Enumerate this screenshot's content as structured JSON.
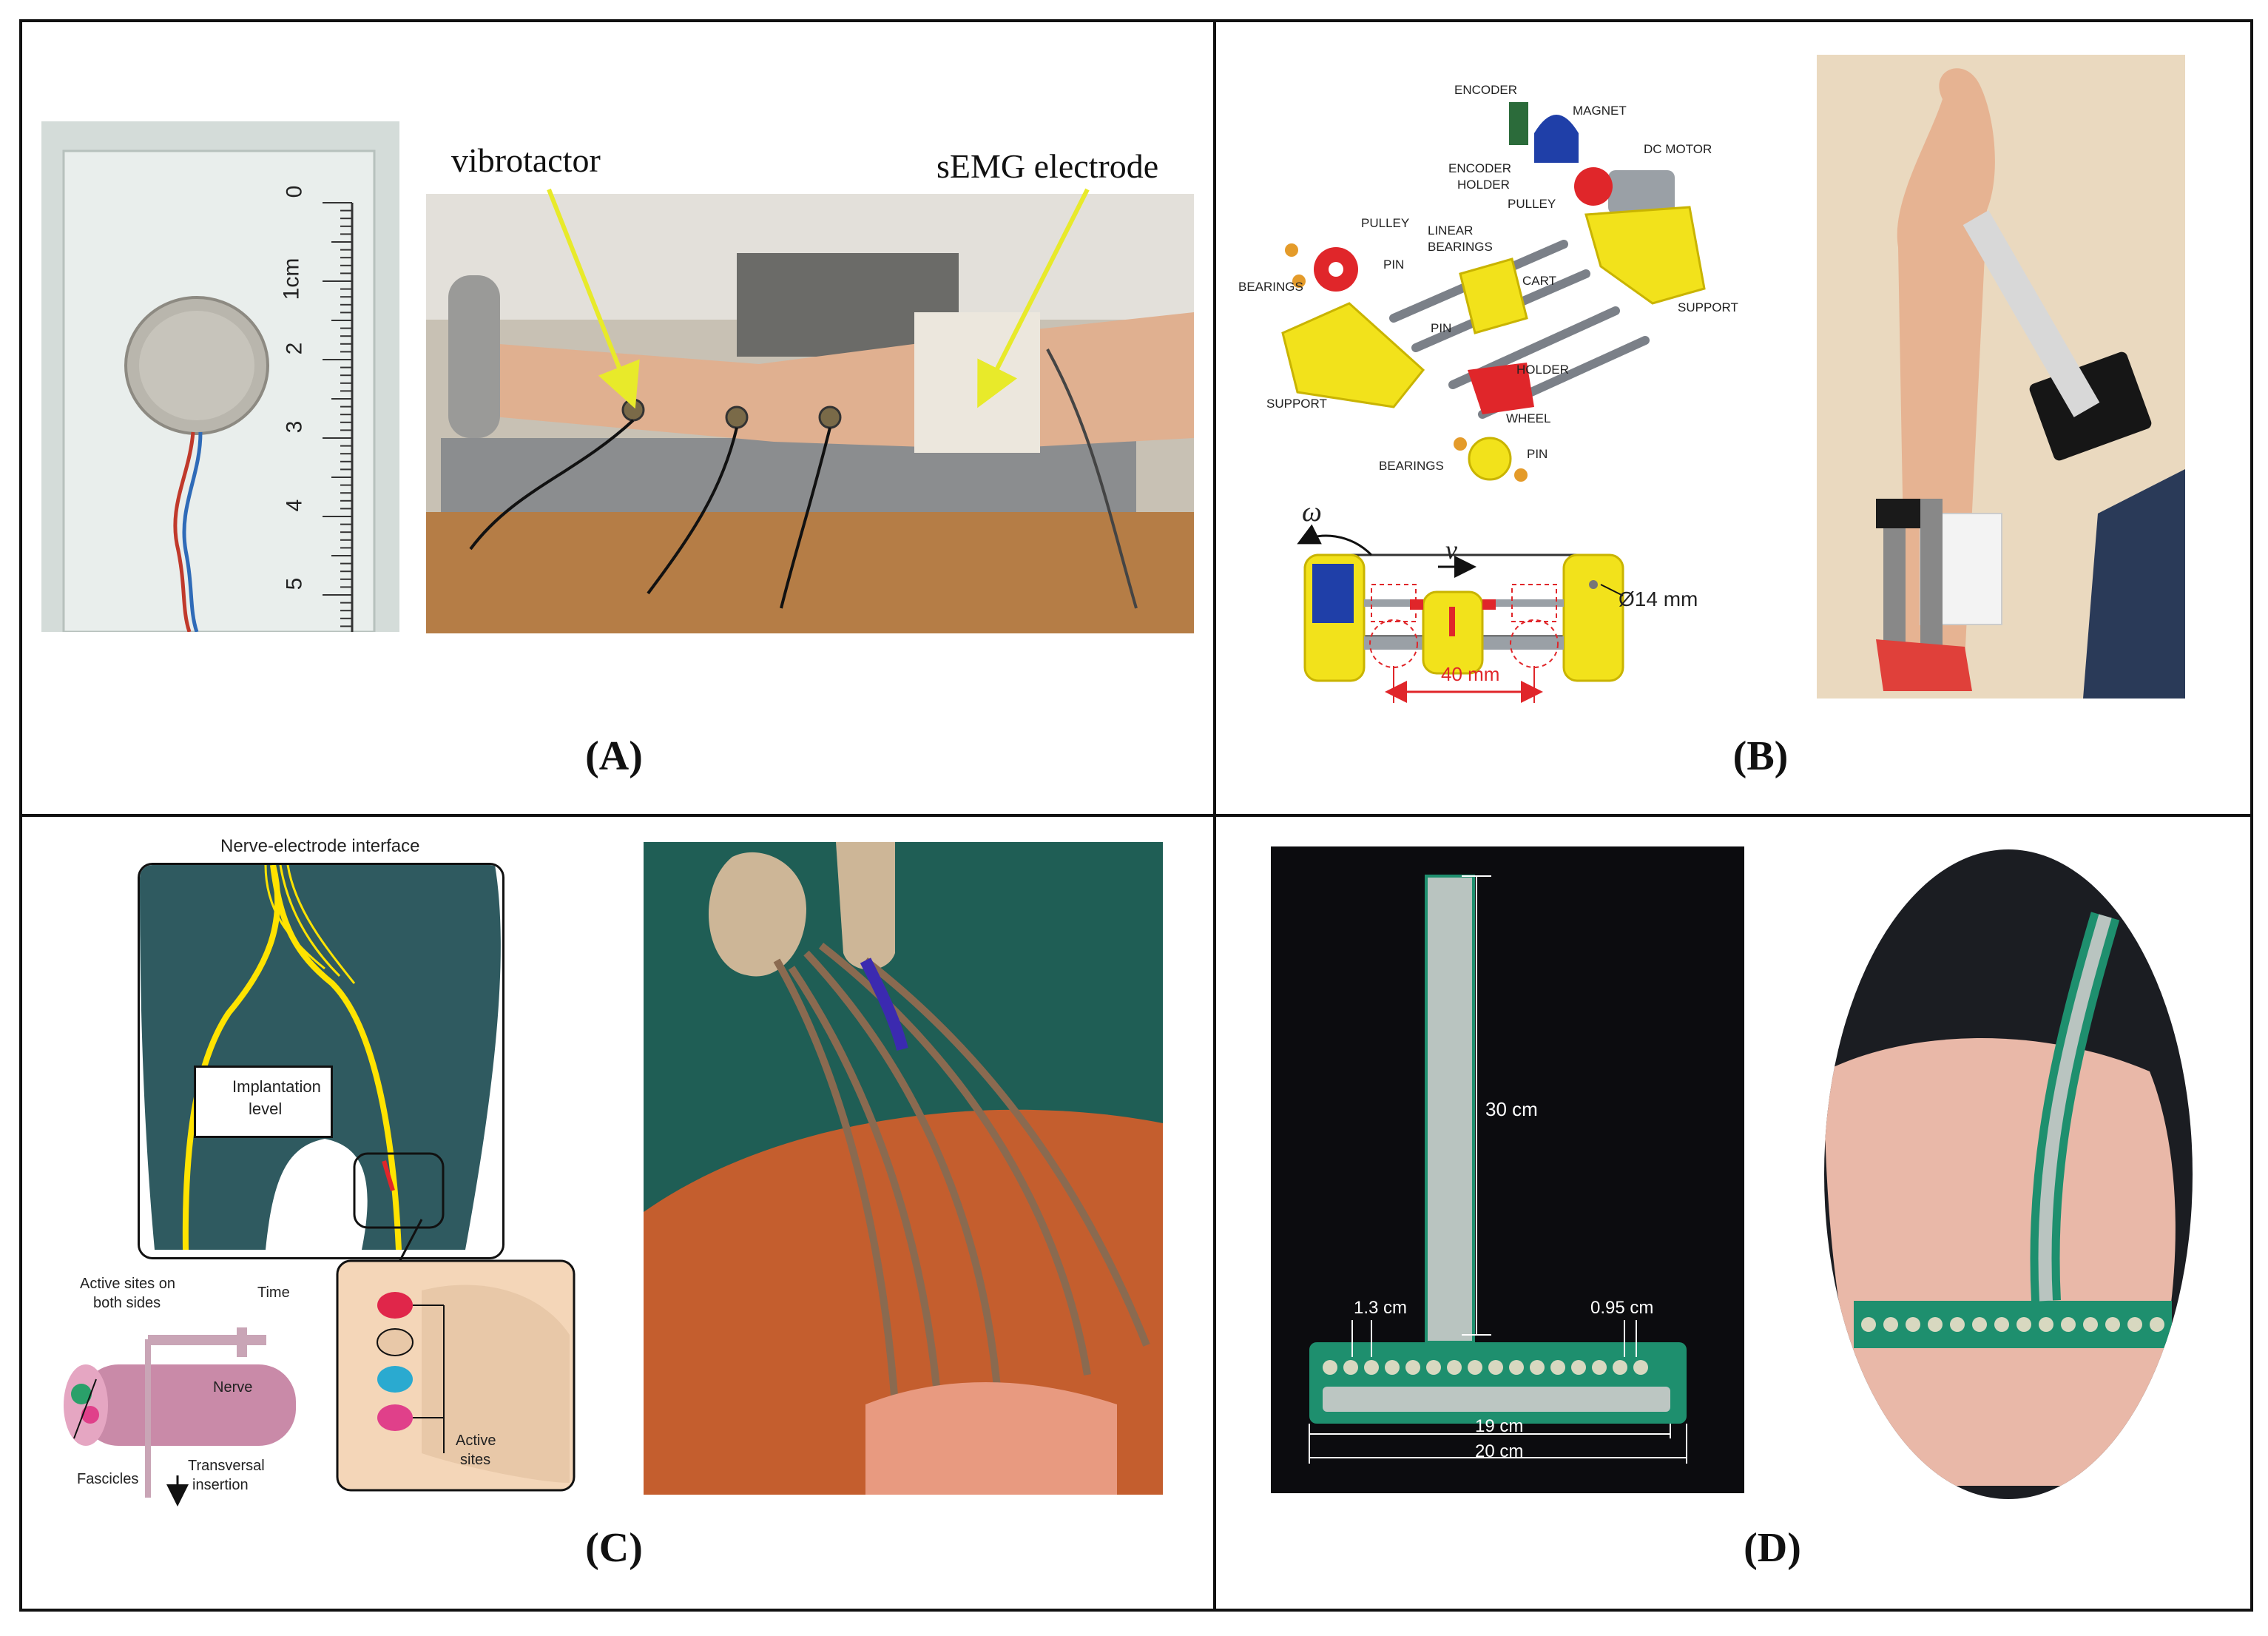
{
  "panels": {
    "A": {
      "label": "(A)",
      "ruler_ticks": [
        "0",
        "1cm",
        "2",
        "3",
        "4",
        "5"
      ],
      "vibrotactor_label": "vibrotactor",
      "semg_label": "sEMG electrode"
    },
    "B": {
      "label": "(B)",
      "parts": {
        "encoder": "ENCODER",
        "magnet": "MAGNET",
        "encoder_holder_1": "ENCODER",
        "encoder_holder_2": "HOLDER",
        "dc_motor": "DC MOTOR",
        "pulley_right": "PULLEY",
        "pulley_left": "PULLEY",
        "linear_bearings_1": "LINEAR",
        "linear_bearings_2": "BEARINGS",
        "pin_left": "PIN",
        "cart": "CART",
        "bearings_left": "BEARINGS",
        "support_right": "SUPPORT",
        "pin_mid": "PIN",
        "support_left": "SUPPORT",
        "holder": "HOLDER",
        "wheel": "WHEEL",
        "bearings_bottom": "BEARINGS",
        "pin_bottom": "PIN"
      },
      "omega": "ω",
      "nu": "ν",
      "diameter": "Ø14 mm",
      "length": "40 mm"
    },
    "C": {
      "label": "(C)",
      "title": "Nerve-electrode interface",
      "implantation_1": "Implantation",
      "implantation_2": "level",
      "active_sites_both_1": "Active sites on",
      "active_sites_both_2": "both sides",
      "time": "Time",
      "nerve": "Nerve",
      "fascicles": "Fascicles",
      "transversal_1": "Transversal",
      "transversal_2": "insertion",
      "active_1": "Active",
      "active_2": "sites"
    },
    "D": {
      "label": "(D)",
      "len_30": "30 cm",
      "len_13": "1.3 cm",
      "len_095": "0.95 cm",
      "len_19": "19 cm",
      "len_20": "20 cm"
    }
  },
  "colors": {
    "arrow_yellow": "#e8ea2a",
    "part_yellow": "#f2e21b",
    "part_red": "#e0262a",
    "nerve_teal": "#2f5a60",
    "pcb_green": "#1e8f6e",
    "skin": "#d89a78"
  }
}
